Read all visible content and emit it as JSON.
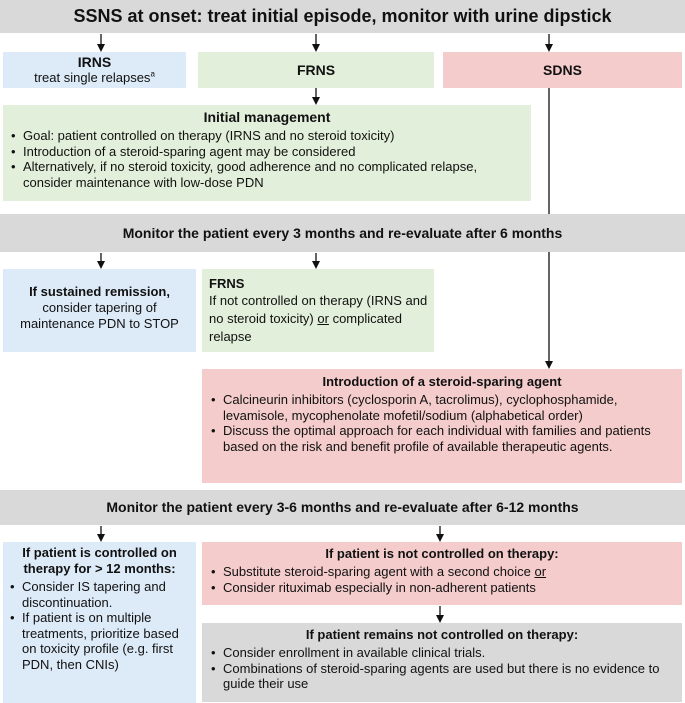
{
  "title": "SSNS at onset: treat initial episode, monitor with urine dipstick",
  "irns": {
    "title": "IRNS",
    "subtitle": "treat single relapses",
    "sup": "a"
  },
  "frns_top": "FRNS",
  "sdns": "SDNS",
  "initial": {
    "title": "Initial management",
    "items": [
      "Goal: patient controlled on therapy (IRNS and no steroid toxicity)",
      "Introduction of a steroid-sparing agent may be considered",
      "Alternatively, if no steroid toxicity, good adherence and no complicated relapse, consider maintenance with low-dose PDN"
    ]
  },
  "monitor1": "Monitor the patient every 3 months and re-evaluate after 6 months",
  "remission": {
    "bold": "If sustained remission,",
    "text": "consider tapering of maintenance PDN to STOP"
  },
  "frns_mid": {
    "title": "FRNS",
    "text_a": "If not controlled on therapy (IRNS and no steroid toxicity)",
    "text_or": "or",
    "text_b": "complicated relapse"
  },
  "intro": {
    "title": "Introduction of a steroid-sparing agent",
    "items": [
      "Calcineurin inhibitors (cyclosporin A, tacrolimus), cyclophosphamide, levamisole, mycophenolate mofetil/sodium (alphabetical order)",
      "Discuss the optimal approach for each individual with families and patients based on the risk and benefit profile of available therapeutic agents."
    ]
  },
  "monitor2": "Monitor the patient every 3-6 months and re-evaluate after 6-12 months",
  "controlled": {
    "title": "If patient is controlled on therapy for > 12 months:",
    "items": [
      "Consider IS tapering and discontinuation.",
      "If patient is on multiple treatments, prioritize based on toxicity profile (e.g. first PDN, then CNIs)"
    ]
  },
  "not_controlled": {
    "title": "If patient is not controlled on therapy:",
    "item1_text": "Substitute steroid-sparing agent with a second choice",
    "item1_or": "or",
    "item2": "Consider rituximab especially in non-adherent patients"
  },
  "remains": {
    "title": "If patient remains not controlled on therapy:",
    "items": [
      "Consider enrollment in available clinical trials.",
      "Combinations of steroid-sparing agents are used but there is no evidence to guide their use"
    ]
  }
}
